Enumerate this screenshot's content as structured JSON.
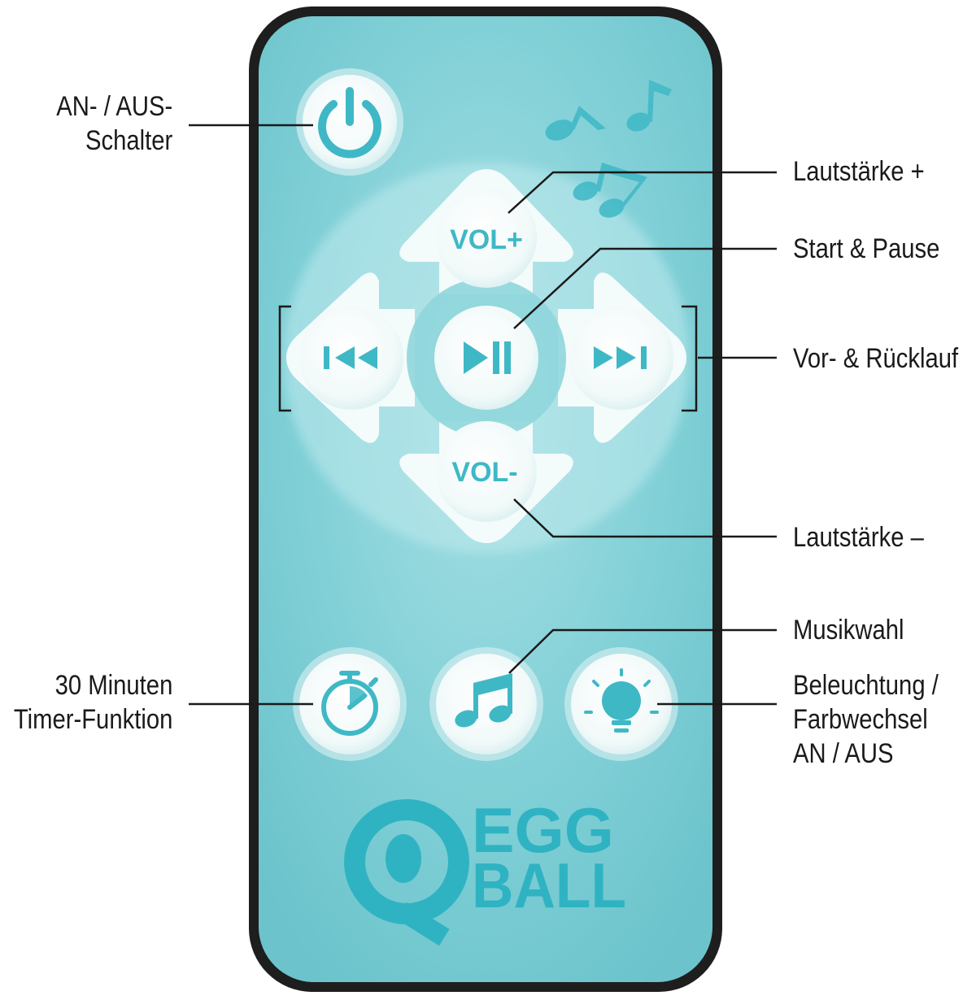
{
  "buttons": {
    "vol_plus": "VOL+",
    "vol_minus": "VOL-"
  },
  "logo": {
    "line1": "EGG",
    "line2": "BALL"
  },
  "labels": {
    "power": [
      "AN- / AUS-",
      "Schalter"
    ],
    "vol_up": "Lautstärke +",
    "play_pause": "Start & Pause",
    "skip": "Vor- & Rücklauf",
    "vol_down": "Lautstärke –",
    "music": "Musikwahl",
    "timer": [
      "30 Minuten",
      "Timer-Funktion"
    ],
    "light": [
      "Beleuchtung /",
      "Farbwechsel",
      "AN / AUS"
    ]
  },
  "colors": {
    "remote_face": "#7fcfd6",
    "remote_border": "#1e1e1e",
    "button_white": "#f4fbfb",
    "accent": "#3fb8c6",
    "leader_lines": "#1a1a1a"
  },
  "icons": [
    "power-icon",
    "previous-track-icon",
    "play-pause-icon",
    "next-track-icon",
    "timer-icon",
    "music-note-icon",
    "light-bulb-icon",
    "music-notes-decoration",
    "eggball-logo"
  ]
}
